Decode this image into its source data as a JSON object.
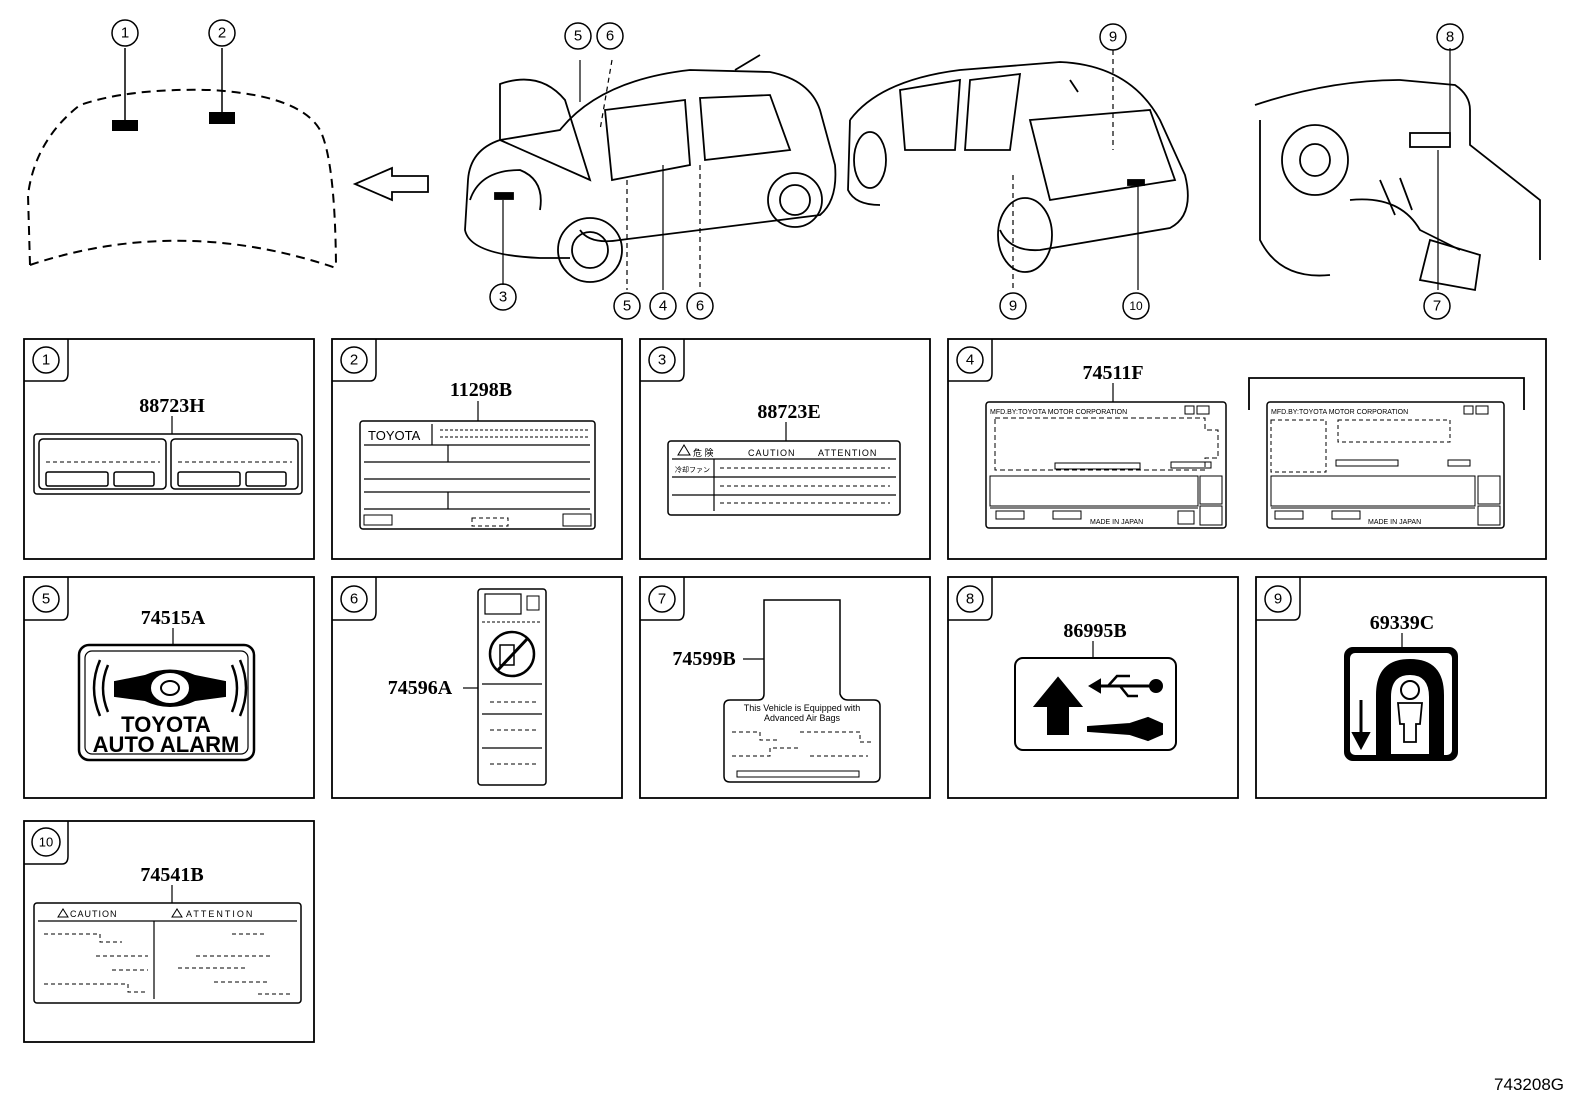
{
  "overview": {
    "callouts": [
      "1",
      "2",
      "3",
      "4",
      "5",
      "6",
      "7",
      "8",
      "9",
      "10"
    ]
  },
  "panels": [
    {
      "index": "1",
      "part_number": "88723H"
    },
    {
      "index": "2",
      "part_number": "11298B",
      "label_brand": "TOYOTA"
    },
    {
      "index": "3",
      "part_number": "88723E",
      "label_kanji": "危 険",
      "label_caution": "CAUTION",
      "label_attention": "ATTENTION",
      "label_row": "冷却ファン"
    },
    {
      "index": "4",
      "part_number": "74511F",
      "mfd_text": "MFD.BY:TOYOTA MOTOR CORPORATION",
      "made_in": "MADE IN JAPAN"
    },
    {
      "index": "5",
      "part_number": "74515A",
      "line1": "TOYOTA",
      "line2": "AUTO ALARM"
    },
    {
      "index": "6",
      "part_number": "74596A"
    },
    {
      "index": "7",
      "part_number": "74599B",
      "text1": "This Vehicle is Equipped with",
      "text2": "Advanced Air Bags"
    },
    {
      "index": "8",
      "part_number": "86995B"
    },
    {
      "index": "9",
      "part_number": "69339C"
    },
    {
      "index": "10",
      "part_number": "74541B",
      "caution": "CAUTION",
      "attention": "ATTENTION"
    }
  ],
  "footer": {
    "diagram_id": "743208G"
  }
}
